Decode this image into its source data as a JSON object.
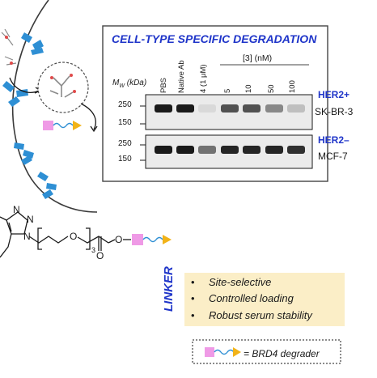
{
  "panel": {
    "title": "CELL-TYPE SPECIFIC DEGRADATION",
    "mw_label_main": "M",
    "mw_label_sub": "W",
    "mw_label_unit": "(kDa)",
    "lanes": [
      "PBS",
      "Native Ab",
      "4 (1 μM)",
      "5",
      "10",
      "50",
      "100"
    ],
    "conc_label": "[3] (nM)",
    "blot1": {
      "ladder_top": "250",
      "ladder_bottom": "150",
      "status": "HER2+",
      "cell_line": "SK-BR-3",
      "band_intensity": [
        0.95,
        0.95,
        0.08,
        0.7,
        0.7,
        0.45,
        0.2
      ]
    },
    "blot2": {
      "ladder_top": "250",
      "ladder_bottom": "150",
      "status": "HER2–",
      "cell_line": "MCF-7",
      "band_intensity": [
        0.95,
        0.95,
        0.55,
        0.9,
        0.9,
        0.9,
        0.85
      ]
    }
  },
  "chem": {
    "ring_n1": "N",
    "ring_n2": "N",
    "ring_n3": "N",
    "o1": "O",
    "o2": "O",
    "o3": "O",
    "repeat": "3"
  },
  "linker": {
    "title": "LINKER",
    "bullets": [
      "Site-selective",
      "Controlled loading",
      "Robust serum stability"
    ]
  },
  "legend": {
    "text": "= BRD4 degrader"
  },
  "colors": {
    "accent_blue": "#1f35c9",
    "antibody_blue": "#2e8fd4",
    "linker_box": "#fbeec7",
    "pink_payload": "#ef9ae6",
    "orange_arrow": "#f2b318"
  }
}
